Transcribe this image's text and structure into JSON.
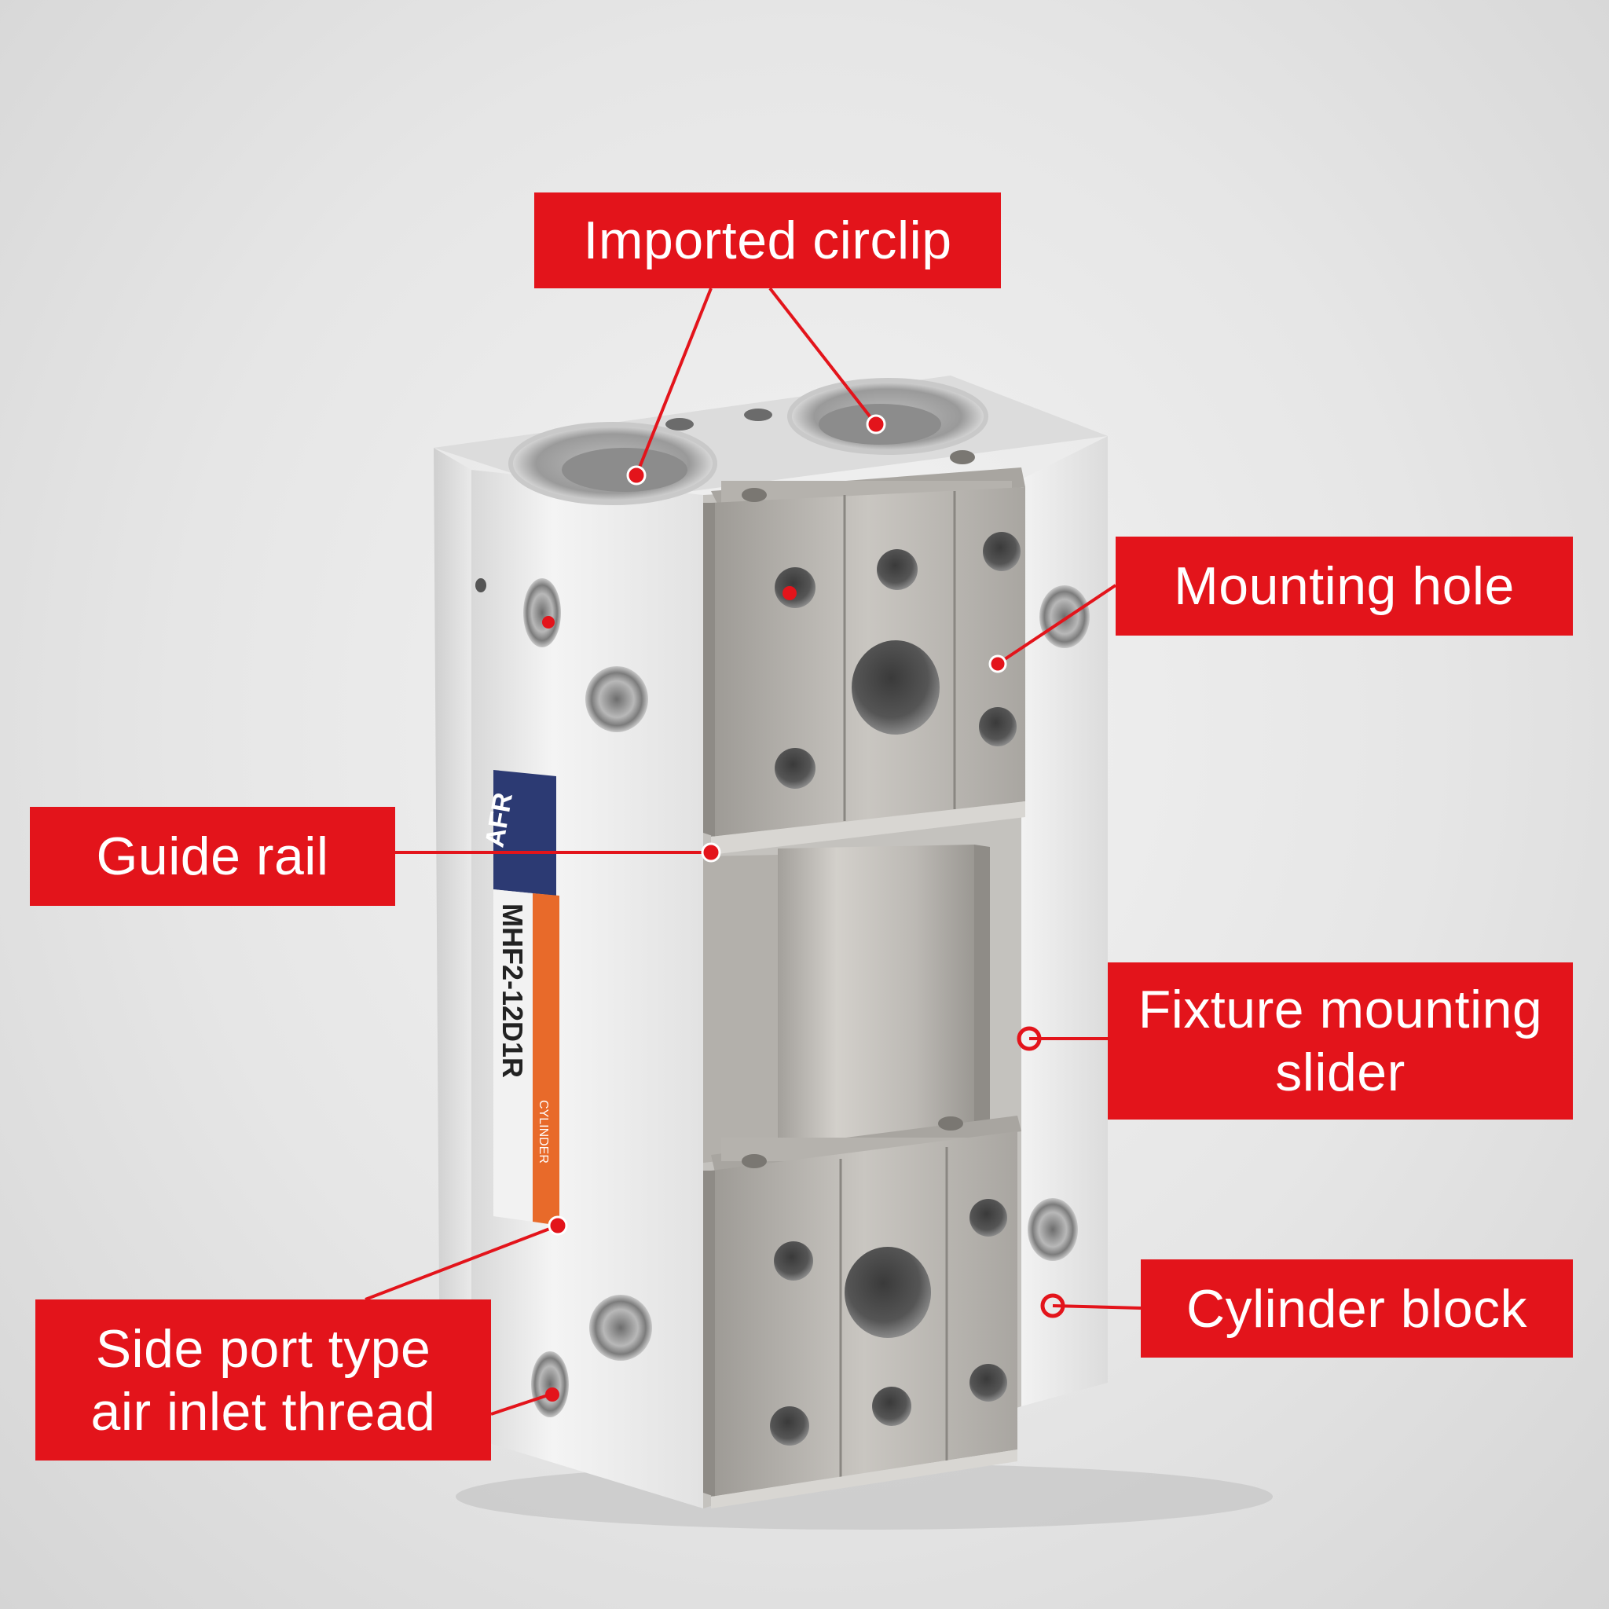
{
  "callouts": {
    "imported_circlip": {
      "lines": [
        "Imported circlip"
      ]
    },
    "mounting_hole": {
      "lines": [
        "Mounting hole"
      ]
    },
    "guide_rail": {
      "lines": [
        "Guide rail"
      ]
    },
    "fixture_mounting_slider": {
      "lines": [
        "Fixture mounting",
        "slider"
      ]
    },
    "cylinder_block": {
      "lines": [
        "Cylinder block"
      ]
    },
    "side_port_thread": {
      "lines": [
        "Side port type",
        "air inlet thread"
      ]
    }
  },
  "product_label": {
    "brand": "AFR",
    "model": "MHF2-12D1R",
    "small_text": "CYLINDER"
  },
  "colors": {
    "callout_red": "#e3141b",
    "label_navy": "#2c3a73",
    "label_orange": "#e86a2a",
    "aluminum": "#e8e8e8",
    "steel": "#bdbab4"
  }
}
